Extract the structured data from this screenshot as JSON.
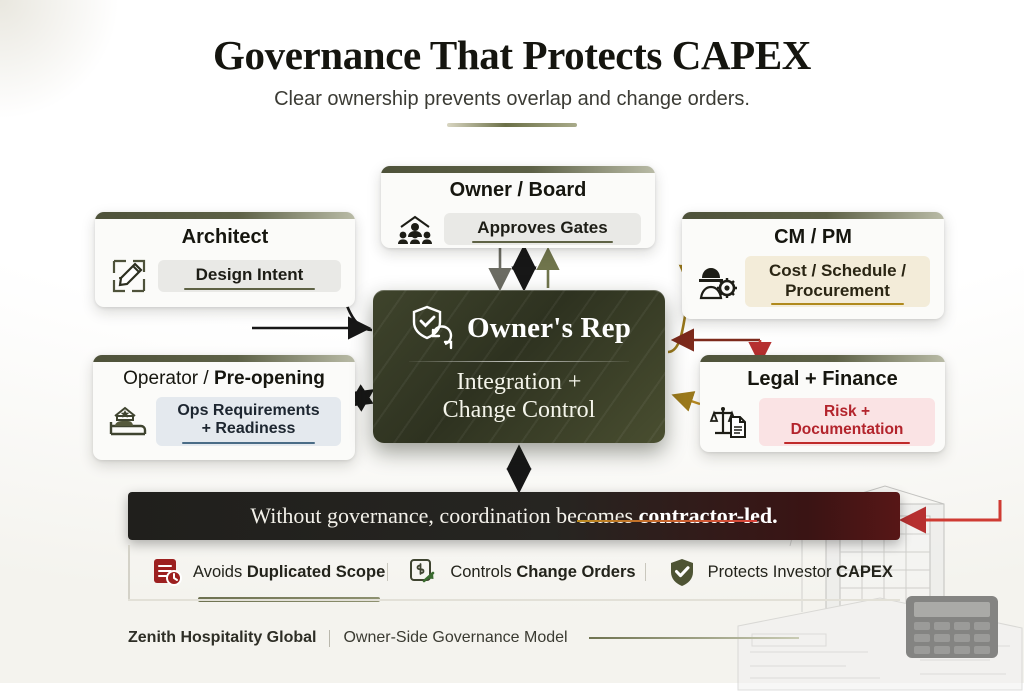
{
  "header": {
    "title": "Governance That Protects CAPEX",
    "subtitle": "Clear ownership prevents overlap and change orders."
  },
  "hub": {
    "icon": "shield-check-refresh-icon",
    "title": "Owner's Rep",
    "subtitle_line1": "Integration +",
    "subtitle_line2": "Change Control"
  },
  "nodes": [
    {
      "id": "owner-board",
      "icon": "people-group-icon",
      "title": "Owner / Board",
      "chip": "Approves Gates",
      "chip_style": "gray"
    },
    {
      "id": "architect",
      "icon": "blueprint-pencil-icon",
      "title": "Architect",
      "chip": "Design Intent",
      "chip_style": "gray"
    },
    {
      "id": "cm-pm",
      "icon": "hardhat-gear-icon",
      "title": "CM / PM",
      "chip_line1": "Cost / Schedule /",
      "chip_line2": "Procurement",
      "chip_style": "cream"
    },
    {
      "id": "operator-preopening",
      "icon": "hotel-bed-icon",
      "title_plain": "Operator / ",
      "title_bold": "Pre-opening",
      "chip_line1": "Ops Requirements",
      "chip_line2": "+ Readiness",
      "chip_style": "steel"
    },
    {
      "id": "legal-finance",
      "icon": "scales-document-icon",
      "title": "Legal + Finance",
      "chip": "Risk + Documentation",
      "chip_style": "rose"
    }
  ],
  "banner": {
    "text_plain": "Without governance, coordination becomes ",
    "text_bold": "contractor-led."
  },
  "benefits": [
    {
      "icon": "document-clock-icon",
      "plain": "Avoids ",
      "bold": "Duplicated Scope"
    },
    {
      "icon": "change-order-icon",
      "plain": "Controls ",
      "bold": "Change Orders"
    },
    {
      "icon": "shield-check-icon",
      "plain": "Protects Investor ",
      "bold": "CAPEX"
    }
  ],
  "footer": {
    "brand": "Zenith Hospitality Global",
    "model": "Owner-Side Governance Model"
  },
  "colors": {
    "olive_dark": "#2e3220",
    "olive_accent": "#5d6146",
    "gold": "#b08a1d",
    "red": "#c02a2a",
    "steel": "#4a6c86"
  }
}
